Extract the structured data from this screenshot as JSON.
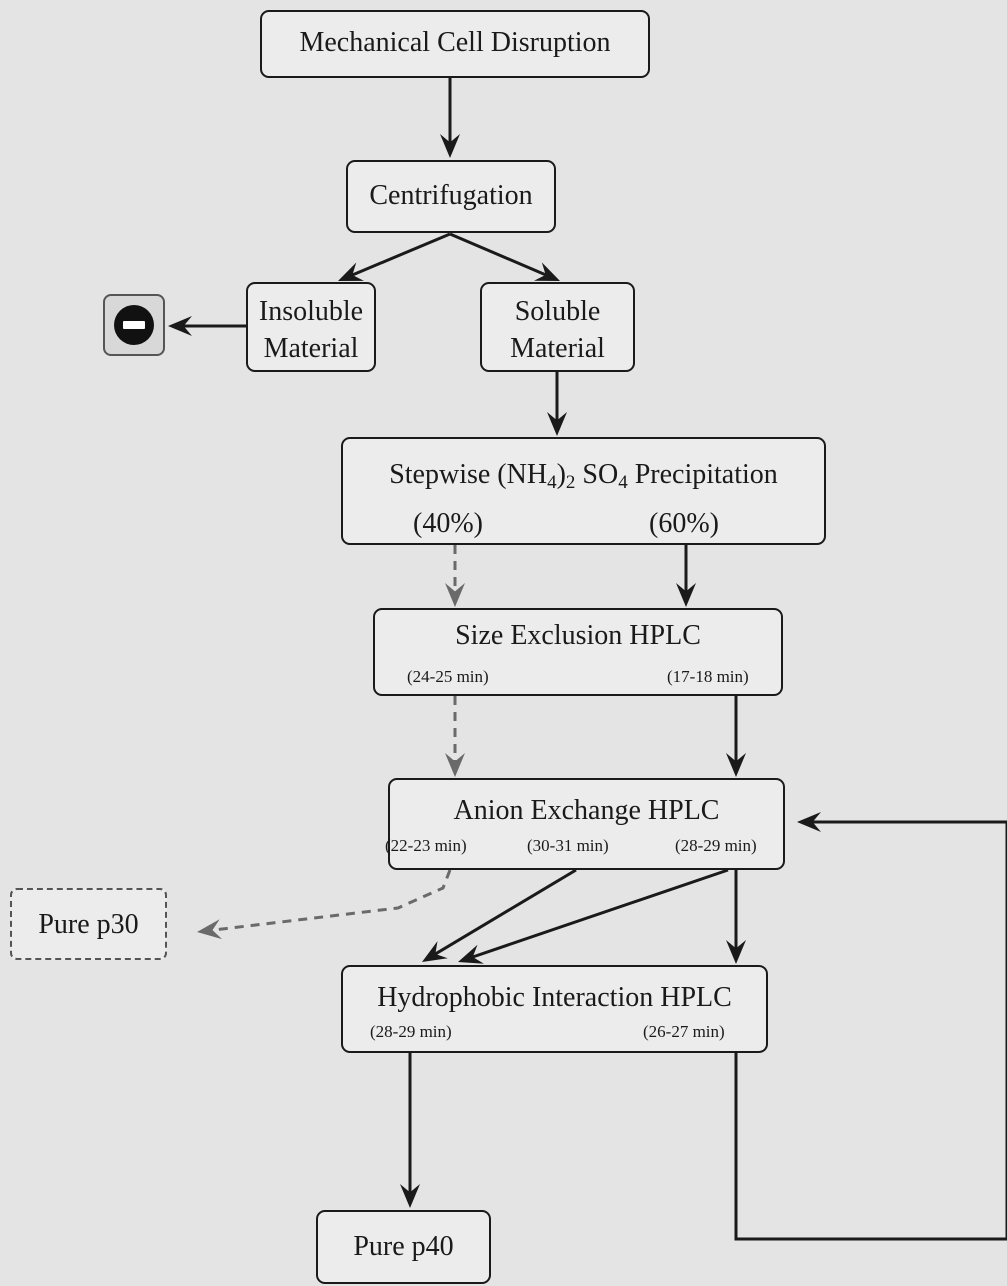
{
  "nodes": {
    "mechanical": "Mechanical  Cell Disruption",
    "centrifugation": "Centrifugation",
    "insoluble_line1": "Insoluble",
    "insoluble_line2": "Material",
    "soluble_line1": "Soluble",
    "soluble_line2": "Material",
    "precip": {
      "pre": "Stepwise (NH",
      "sub1": "4",
      "mid": ")",
      "sub2": "2",
      "mid2": " SO",
      "sub3": "4",
      "post": " Precipitation",
      "left_fraction": "(40%)",
      "right_fraction": "(60%)"
    },
    "sec": {
      "title": "Size Exclusion HPLC",
      "left_time": "(24-25 min)",
      "right_time": "(17-18 min)"
    },
    "anion": {
      "title": "Anion Exchange HPLC",
      "left_time": "(22-23 min)",
      "mid_time": "(30-31 min)",
      "right_time": "(28-29 min)"
    },
    "hic": {
      "title": "Hydrophobic Interaction HPLC",
      "left_time": "(28-29 min)",
      "right_time": "(26-27 min)"
    },
    "pure_p30": "Pure p30",
    "pure_p40": "Pure p40"
  },
  "icons": {
    "discard": "stop-icon"
  },
  "colors": {
    "solid_arrow": "#1a1a1a",
    "dashed_arrow": "#6a6a6a",
    "background": "#e4e4e4"
  }
}
